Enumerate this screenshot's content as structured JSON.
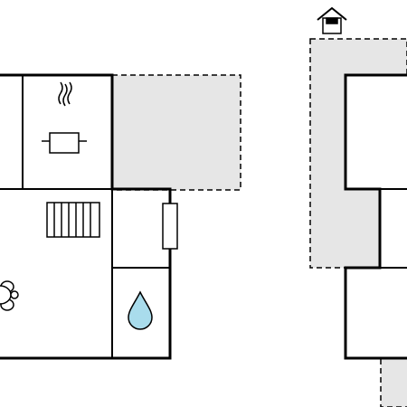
{
  "plan": {
    "fill_color": "#e6e6e6",
    "wall_color": "#000000",
    "left_unit": {
      "rooms": [
        "kitchen",
        "living-room",
        "hallway",
        "bathroom",
        "corner-room"
      ],
      "outdoor_areas": [
        "terrace"
      ],
      "icons": [
        "cooking-pot-icon",
        "radiator-icon",
        "table-and-chairs-icon",
        "water-drop-icon",
        "entrance-door"
      ]
    },
    "right_unit": {
      "outdoor_areas": [
        "terrace",
        "walkway"
      ],
      "icons": [
        "house-icon"
      ]
    }
  }
}
